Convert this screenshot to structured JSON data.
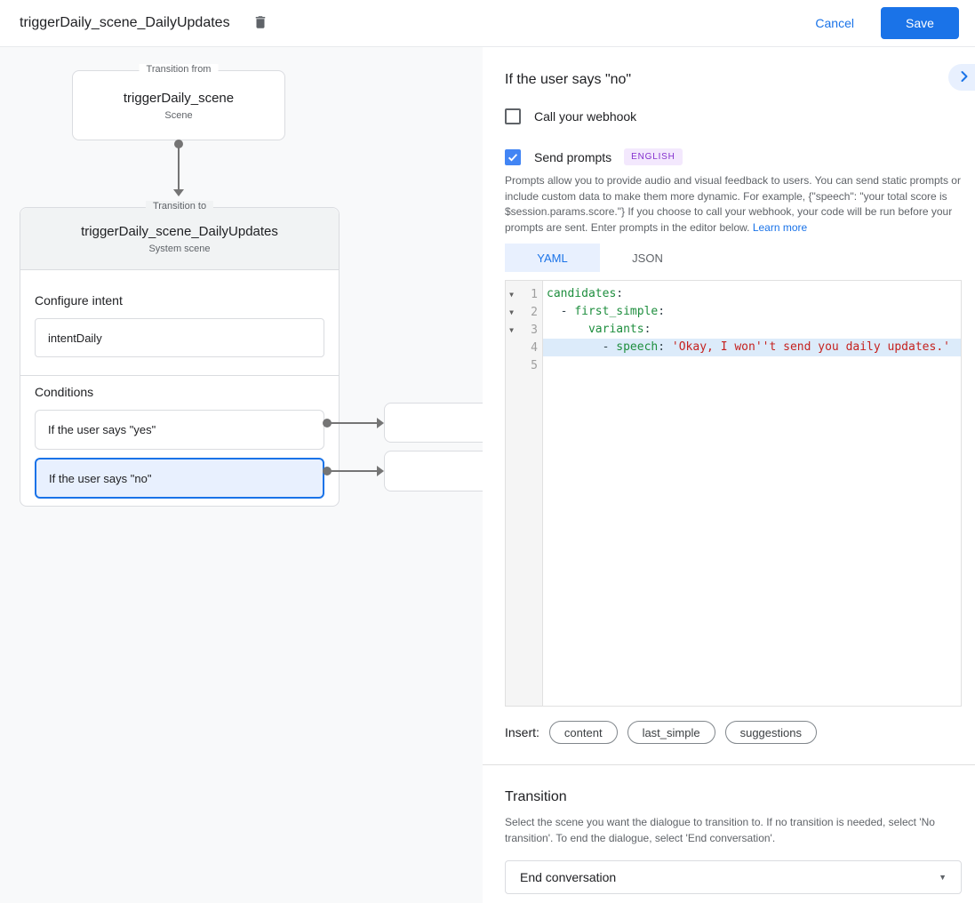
{
  "header": {
    "title": "triggerDaily_scene_DailyUpdates",
    "cancel_label": "Cancel",
    "save_label": "Save"
  },
  "diagram": {
    "from_box": {
      "legend": "Transition from",
      "title": "triggerDaily_scene",
      "subtitle": "Scene"
    },
    "to_box": {
      "legend": "Transition to",
      "title": "triggerDaily_scene_DailyUpdates",
      "subtitle": "System scene",
      "intent_label": "Configure intent",
      "intent_value": "intentDaily",
      "conditions_label": "Conditions",
      "conditions": [
        {
          "label": "If the user says \"yes\"",
          "selected": false
        },
        {
          "label": "If the user says \"no\"",
          "selected": true
        }
      ]
    }
  },
  "panel": {
    "title": "If the user says \"no\"",
    "webhook": {
      "label": "Call your webhook",
      "checked": false
    },
    "prompts": {
      "label": "Send prompts",
      "checked": true,
      "language_badge": "ENGLISH",
      "description": "Prompts allow you to provide audio and visual feedback to users. You can send static prompts or include custom data to make them more dynamic. For example, {\"speech\": \"your total score is $session.params.score.\"} If you choose to call your webhook, your code will be run before your prompts are sent. Enter prompts in the editor below. ",
      "learn_more": "Learn more"
    },
    "tabs": [
      {
        "label": "YAML",
        "active": true
      },
      {
        "label": "JSON",
        "active": false
      }
    ],
    "editor": {
      "lines": [
        {
          "num": "1",
          "fold": true,
          "highlight": false,
          "tokens": [
            {
              "text": "candidates",
              "type": "key"
            },
            {
              "text": ":",
              "type": "plain"
            }
          ]
        },
        {
          "num": "2",
          "fold": true,
          "highlight": false,
          "tokens": [
            {
              "text": "  - ",
              "type": "plain"
            },
            {
              "text": "first_simple",
              "type": "key"
            },
            {
              "text": ":",
              "type": "plain"
            }
          ]
        },
        {
          "num": "3",
          "fold": true,
          "highlight": false,
          "tokens": [
            {
              "text": "      ",
              "type": "plain"
            },
            {
              "text": "variants",
              "type": "key"
            },
            {
              "text": ":",
              "type": "plain"
            }
          ]
        },
        {
          "num": "4",
          "fold": false,
          "highlight": true,
          "tokens": [
            {
              "text": "        - ",
              "type": "plain"
            },
            {
              "text": "speech",
              "type": "key"
            },
            {
              "text": ": ",
              "type": "plain"
            },
            {
              "text": "'Okay, I won''t send you daily updates.'",
              "type": "string"
            }
          ]
        },
        {
          "num": "5",
          "fold": false,
          "highlight": false,
          "tokens": []
        }
      ]
    },
    "insert": {
      "label": "Insert:",
      "chips": [
        "content",
        "last_simple",
        "suggestions"
      ]
    },
    "transition": {
      "title": "Transition",
      "description": "Select the scene you want the dialogue to transition to. If no transition is needed, select 'No transition'. To end the dialogue, select 'End conversation'.",
      "dropdown_value": "End conversation"
    }
  },
  "colors": {
    "accent_blue": "#1a73e8",
    "checkbox_blue": "#4285f4",
    "badge_bg": "#f3e8fd",
    "badge_text": "#8430ce",
    "yaml_key_green": "#1e8e3e",
    "yaml_string_red": "#c5221f",
    "selected_line_bg": "#dcebfa",
    "selected_condition_bg": "#e8f0fe",
    "canvas_bg": "#f8f9fa"
  }
}
